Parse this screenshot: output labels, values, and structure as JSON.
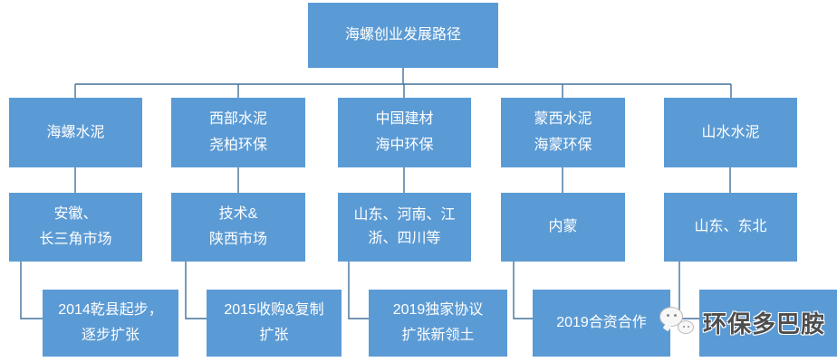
{
  "colors": {
    "box": "#5B9BD5",
    "line": "#41719C",
    "box_text": "#FFFFFF",
    "watermark_text": "#4D4D4D"
  },
  "root": {
    "label": "海螺创业发展路径"
  },
  "columns": [
    {
      "partner": {
        "line1": "海螺水泥"
      },
      "market": {
        "line1": "安徽、",
        "line2": "长三角市场"
      },
      "milestone": {
        "line1": "2014乾县起步，",
        "line2": "逐步扩张"
      }
    },
    {
      "partner": {
        "line1": "西部水泥",
        "line2": "尧柏环保"
      },
      "market": {
        "line1": "技术&",
        "line2": "陕西市场"
      },
      "milestone": {
        "line1": "2015收购&复制",
        "line2": "扩张"
      }
    },
    {
      "partner": {
        "line1": "中国建材",
        "line2": "海中环保"
      },
      "market": {
        "line1": "山东、河南、江",
        "line2": "浙、四川等"
      },
      "milestone": {
        "line1": "2019独家协议",
        "line2": "扩张新领土"
      }
    },
    {
      "partner": {
        "line1": "蒙西水泥",
        "line2": "海蒙环保"
      },
      "market": {
        "line1": "内蒙"
      },
      "milestone": {
        "line1": "2019合资合作"
      }
    },
    {
      "partner": {
        "line1": "山水水泥"
      },
      "market": {
        "line1": "山东、东北"
      },
      "milestone": {
        "line1": ""
      }
    }
  ],
  "watermark": {
    "text": "环保多巴胺",
    "icon": "wechat-icon"
  }
}
